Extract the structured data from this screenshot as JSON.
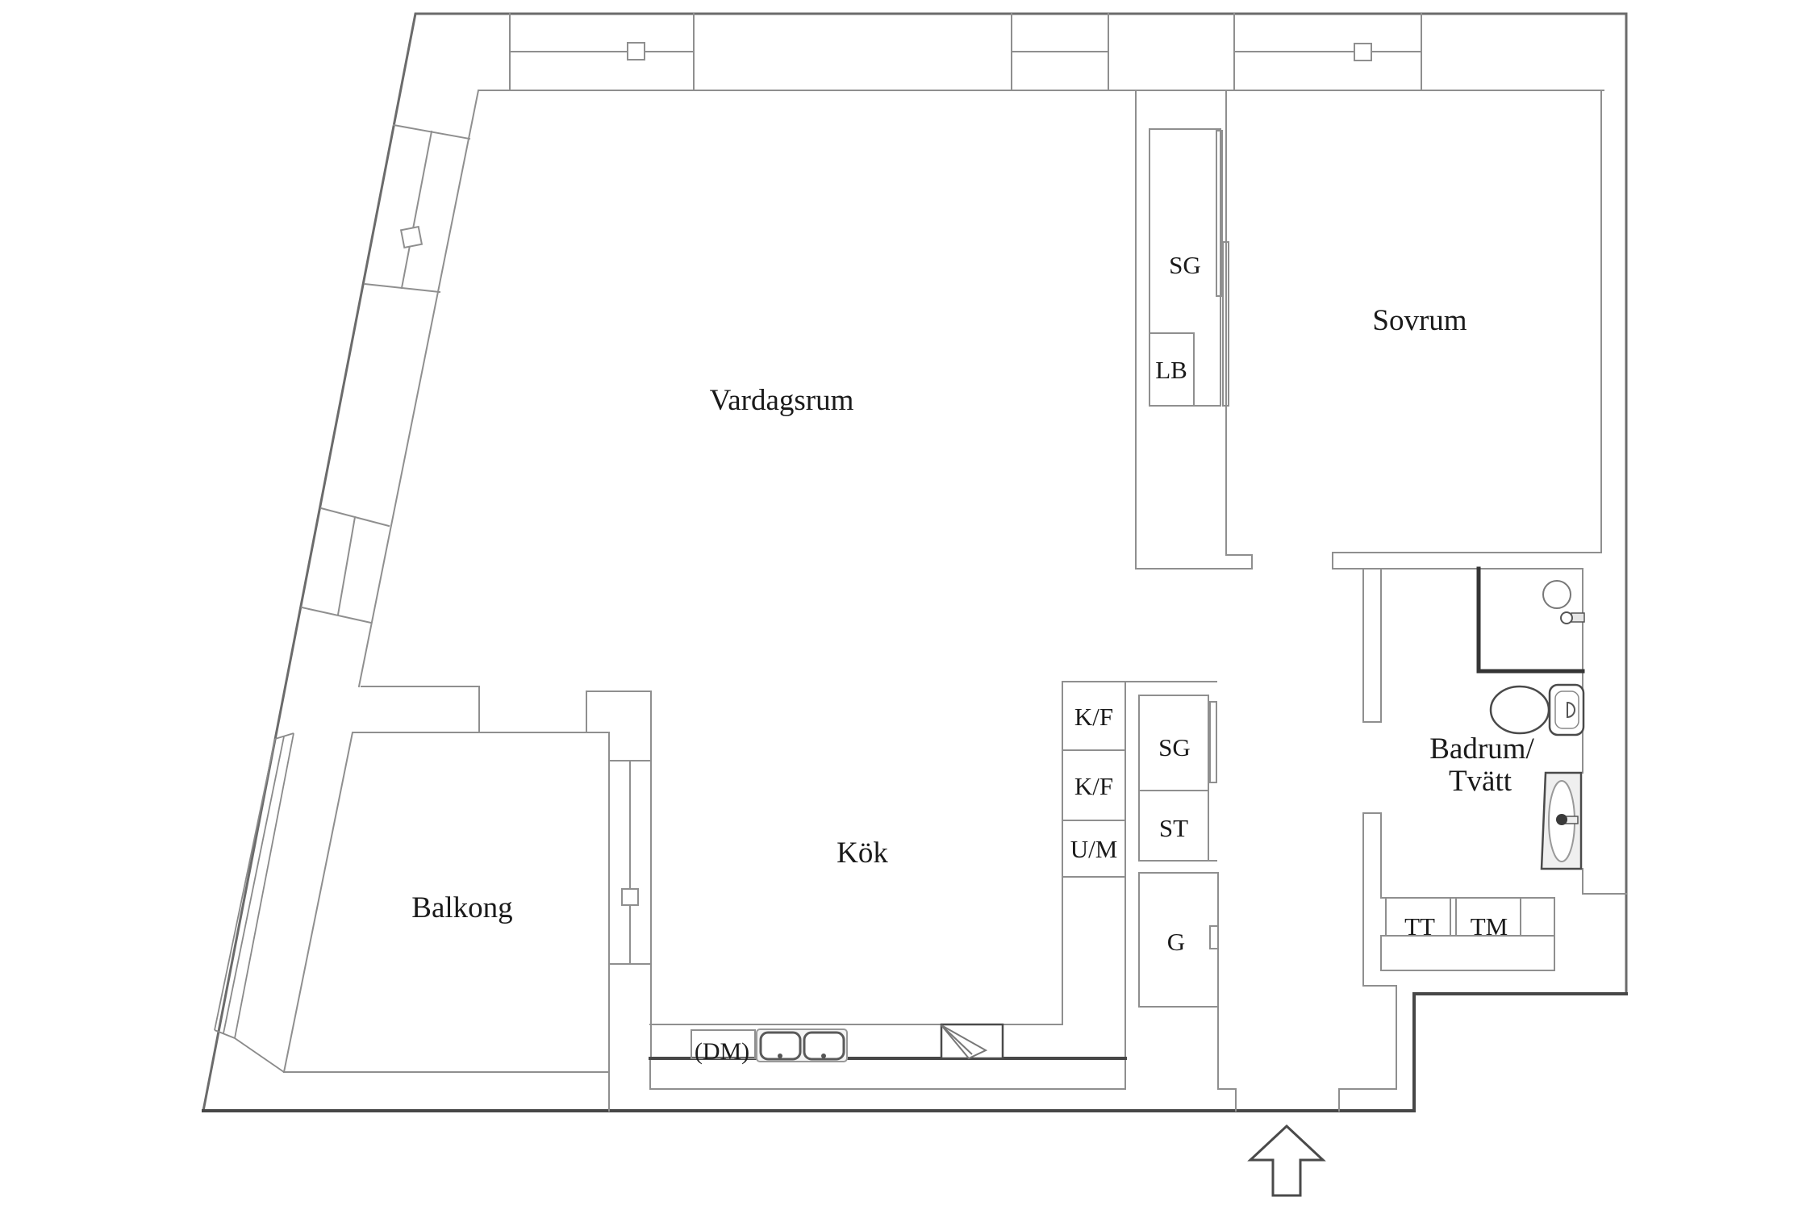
{
  "title": "Apartment floor plan",
  "colors": {
    "background": "#ffffff",
    "wall_line": "#8f8f8f",
    "outer_wall_line": "#6b6b6b",
    "dark_wall_line": "#474747",
    "fixture_line": "#4a4a4a",
    "text": "#1a1a1a",
    "basin_fill": "#efefef"
  },
  "rooms": {
    "vardagsrum": {
      "label": "Vardagsrum"
    },
    "sovrum": {
      "label": "Sovrum"
    },
    "kok": {
      "label": "Kök"
    },
    "balkong": {
      "label": "Balkong"
    },
    "badrum": {
      "label_line1": "Badrum/",
      "label_line2": "Tvätt"
    }
  },
  "closets": {
    "hall_sg": "SG",
    "hall_lb": "LB",
    "kitchen_kf1": "K/F",
    "kitchen_kf2": "K/F",
    "kitchen_um": "U/M",
    "corridor_sg": "SG",
    "corridor_st": "ST",
    "corridor_g": "G"
  },
  "laundry": {
    "tt": "TT",
    "tm": "TM"
  },
  "kitchen": {
    "dm": "(DM)"
  },
  "icons": {
    "entrance_arrow": "up-arrow",
    "shower": "shower-square",
    "toilet": "toilet-top-view",
    "washbasin": "washbasin-top-view",
    "kitchen_sink": "double-bowl-sink",
    "stove": "stove-symbol",
    "window_marker": "window-post-square"
  }
}
